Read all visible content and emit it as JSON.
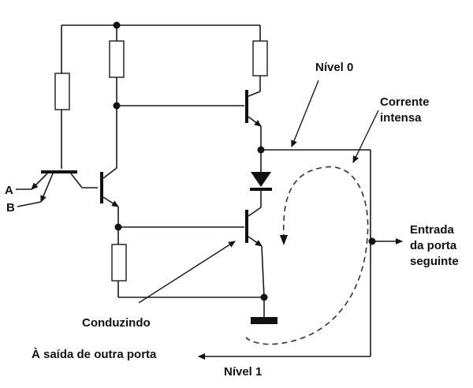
{
  "labels": {
    "input_a": "A",
    "input_b": "B",
    "nivel_0": "Nível 0",
    "corrente_line1": "Corrente",
    "corrente_line2": "intensa",
    "entrada_line1": "Entrada",
    "entrada_line2": "da porta",
    "entrada_line3": "seguinte",
    "conduzindo": "Conduzindo",
    "saida": "À saída de outra porta",
    "nivel_1": "Nível 1"
  }
}
